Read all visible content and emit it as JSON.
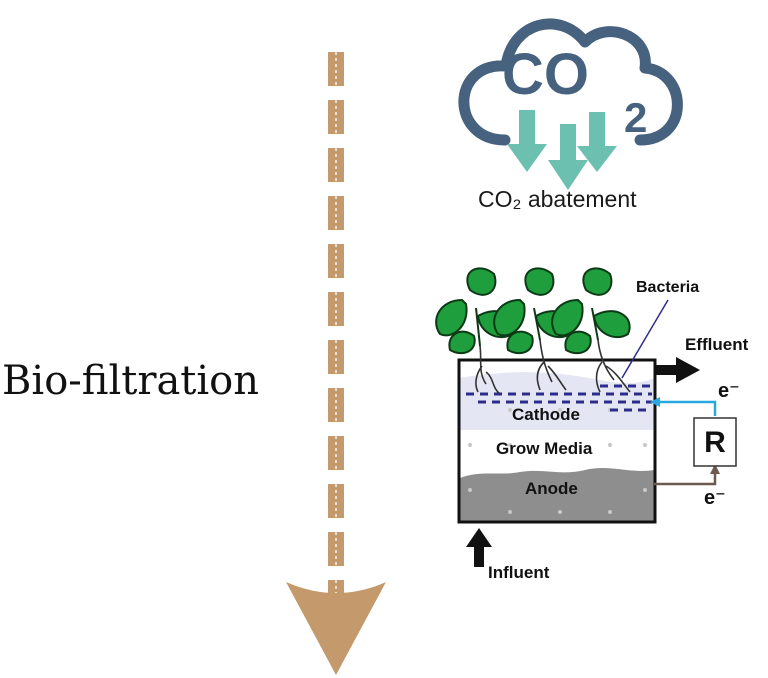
{
  "left": {
    "label": "Bio-filtration",
    "arrow_color": "#c49a6c"
  },
  "co2": {
    "cloud_text_main": "CO",
    "cloud_text_sub": "2",
    "caption": "CO₂ abatement",
    "cloud_color": "#46627f",
    "arrow_color": "#6cc0b0"
  },
  "cell": {
    "bacteria": "Bacteria",
    "effluent": "Effluent",
    "influent": "Influent",
    "cathode": "Cathode",
    "grow_media": "Grow Media",
    "anode": "Anode",
    "resistor": "R",
    "electron_top": "e⁻",
    "electron_bottom": "e⁻",
    "cathode_color": "#e4e6f4",
    "anode_color": "#8e8e8e",
    "top_wire_color": "#29a8e0",
    "bottom_wire_color": "#6b5a4e",
    "leaf_color": "#1e9e3c"
  }
}
